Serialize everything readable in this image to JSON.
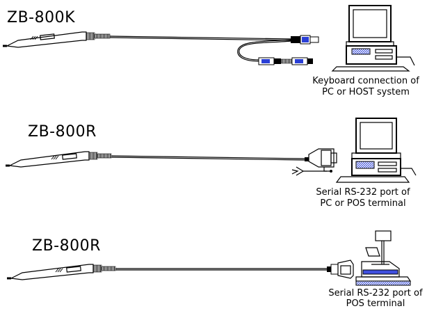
{
  "diagrams": [
    {
      "model": "ZB-800K",
      "caption_line1": "Keyboard connection of",
      "caption_line2": "PC or HOST system"
    },
    {
      "model": "ZB-800R",
      "caption_line1": "Serial RS-232 port of",
      "caption_line2": "PC or POS terminal"
    },
    {
      "model": "ZB-800R",
      "caption_line1": "Serial RS-232 port of",
      "caption_line2": "POS terminal"
    }
  ],
  "colors": {
    "line": "#000000",
    "blue_accent": "#2a3fd6",
    "blue_panel": "#3f4fe0"
  }
}
